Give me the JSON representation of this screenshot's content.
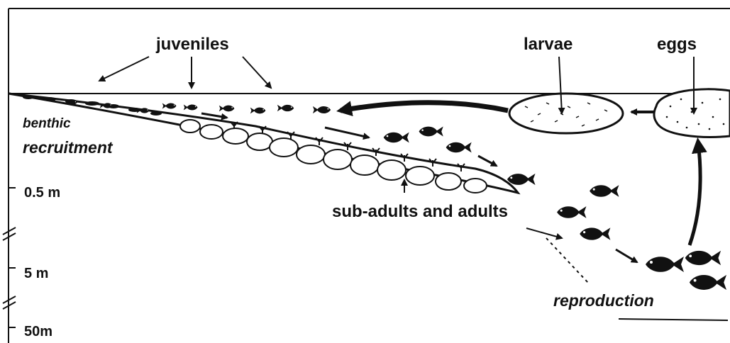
{
  "labels": {
    "juveniles": "juveniles",
    "larvae": "larvae",
    "eggs": "eggs",
    "benthic": "benthic",
    "recruitment": "recruitment",
    "subadults": "sub-adults and adults",
    "reproduction": "reproduction"
  },
  "depth_marks": [
    "0.5 m",
    "5 m",
    "50m"
  ],
  "colors": {
    "ink": "#111111",
    "background": "#ffffff"
  }
}
